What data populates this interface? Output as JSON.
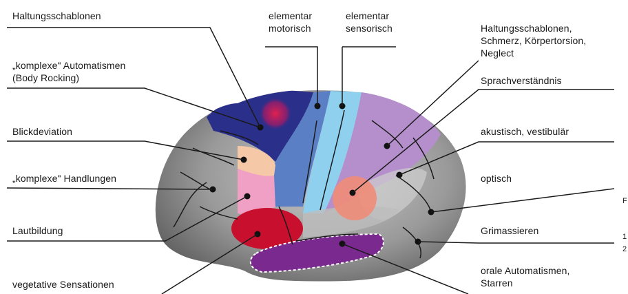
{
  "labels": {
    "l1": "Haltungsschablonen",
    "l2": "„komplexe\" Automatismen\n(Body Rocking)",
    "l3": "Blickdeviation",
    "l4": "„komplexe\" Handlungen",
    "l5": "Lautbildung",
    "l6": "vegetative Sensationen",
    "t1": "elementar\nmotorisch",
    "t2": "elementar\nsensorisch",
    "r1": "Haltungsschablonen,\nSchmerz, Körpertorsion,\nNeglect",
    "r2": "Sprachverständnis",
    "r3": "akustisch, vestibulär",
    "r4": "optisch",
    "r5": "Grimassieren",
    "r6": "orale Automatismen,\nStarren"
  },
  "edge_text": {
    "e1": "F",
    "e2": "1",
    "e3": "2"
  },
  "colors": {
    "brain_gray": "#8a8a8a",
    "frontal_dark": "#2a2f8a",
    "motor_blue": "#5b7fc4",
    "sensory_light": "#8fd0ee",
    "purple_light": "#b58fcc",
    "pink": "#f0a0c4",
    "peach": "#f5c9a8",
    "salmon": "#ef8c78",
    "red": "#c8102e",
    "temporal_purple": "#7a2a8e",
    "hotspot": "#d0184a"
  }
}
